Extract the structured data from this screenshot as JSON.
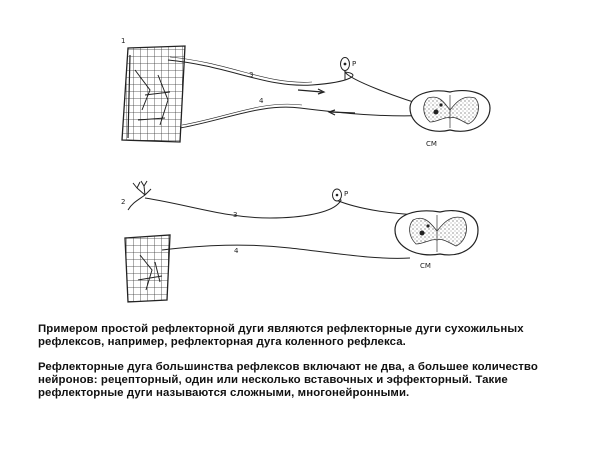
{
  "diagram": {
    "top": {
      "label_muscle": "1",
      "label_afferent": "3",
      "label_efferent": "4",
      "label_ganglion": "P",
      "label_cord": "СМ"
    },
    "bottom": {
      "label_receptor": "2",
      "label_afferent": "3",
      "label_efferent": "4",
      "label_ganglion": "P",
      "label_cord": "СМ"
    }
  },
  "text": {
    "p1": "Примером простой рефлекторной дуги являются рефлекторные дуги сухожильных рефлексов, например, рефлекторная дуга коленного рефлекса.",
    "p2": "Рефлекторные дуга большинства рефлексов включают не два, а большее количество нейронов: рецепторный, один или несколько вставочных и эффекторный. Такие рефлекторные дуги называются сложными, многонейронными."
  }
}
